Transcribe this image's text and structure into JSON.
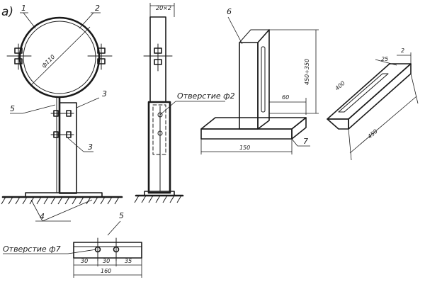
{
  "figure_label": "a)",
  "callouts": {
    "c1": "1",
    "c2": "2",
    "c3a": "3",
    "c3b": "3",
    "c4": "4",
    "c5a": "5",
    "c5b": "5",
    "c6": "6",
    "c7": "7"
  },
  "notes": {
    "hole_2": "Отверстие ф2",
    "hole_7": "Отверстие ф7"
  },
  "dimensions": {
    "pipe_diameter": "ф110",
    "side_width": "20×2",
    "bracket_height": "450÷350",
    "bracket_offset": "60",
    "base_width": "150",
    "angle_slot": "400",
    "angle_width": "25",
    "angle_thickness": "2",
    "angle_length": "450",
    "plate_d1": "30",
    "plate_d2": "30",
    "plate_d3": "35",
    "plate_total": "160"
  }
}
